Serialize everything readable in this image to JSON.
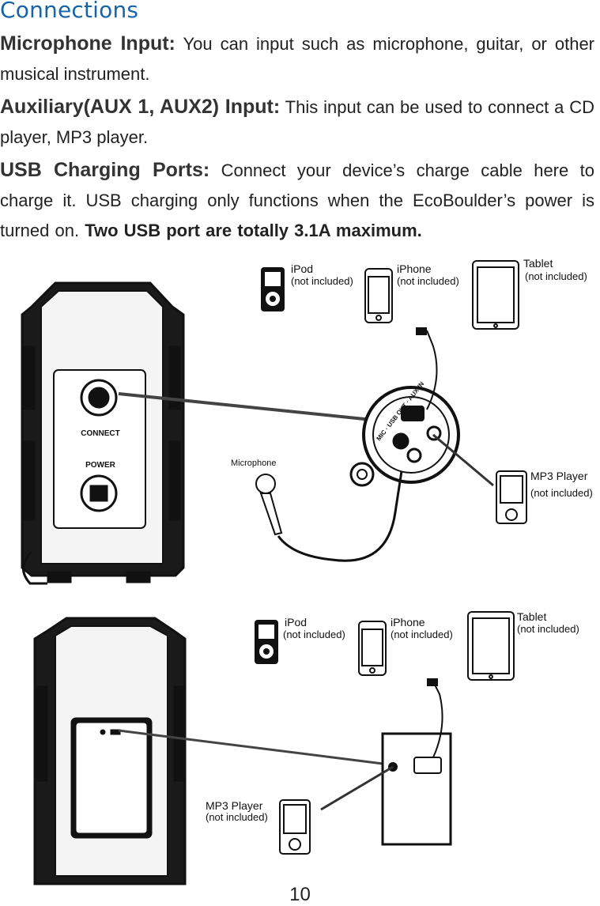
{
  "page": {
    "title": "Connections",
    "page_number": "10"
  },
  "paragraphs": {
    "mic": {
      "label": "Microphone Input:",
      "text": "You can input such as microphone, guitar, or other musical instrument."
    },
    "aux": {
      "label": "Auxiliary(AUX 1, AUX2) Input:",
      "text": "This input can be used to connect a CD player, MP3 player."
    },
    "usb": {
      "label": "USB Charging Ports:",
      "text": "Connect your device’s charge cable here to charge it. USB charging only functions when the EcoBoulder’s power is turned on.",
      "bold_text": "Two USB port are totally 3.1A maximum."
    }
  },
  "figure1": {
    "ipod": "iPod",
    "iphone": "iPhone",
    "tablet": "Tablet",
    "mp3": "MP3 Player",
    "not_included": "(not included)",
    "microphone": "Microphone",
    "panel_connect": "CONNECT",
    "panel_power": "POWER",
    "jack_ring": "MIC · USB OUT · AUX-IN"
  },
  "figure2": {
    "ipod": "iPod",
    "iphone": "iPhone",
    "tablet": "Tablet",
    "mp3": "MP3 Player",
    "not_included": "(not included)"
  }
}
